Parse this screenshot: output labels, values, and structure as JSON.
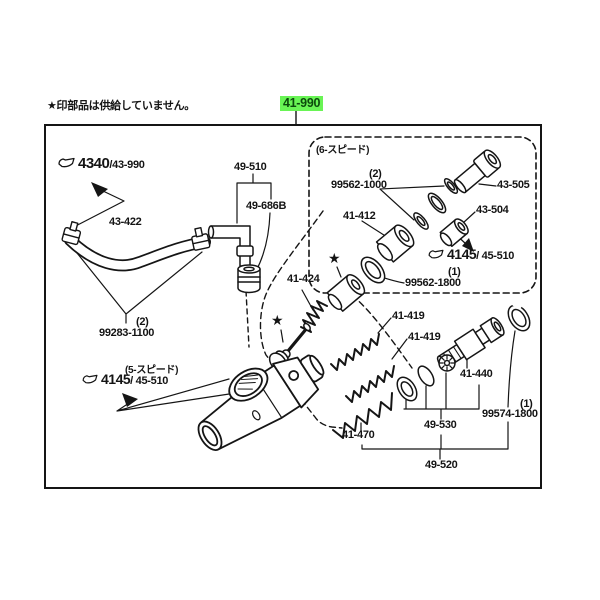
{
  "header": {
    "note": "★印部品は供給していません。",
    "selected_part": "41-990"
  },
  "colors": {
    "highlight": "#69f455",
    "line": "#151515",
    "background": "#ffffff"
  },
  "refs": {
    "r4340": {
      "code": "4340",
      "suffix": "/43-990"
    },
    "r4145_6speed": {
      "code": "4145",
      "suffix": "/ 45-510"
    },
    "r4145_5speed": {
      "code": "4145",
      "suffix": "/ 45-510"
    }
  },
  "groups": {
    "six_speed": "(6-スピード)",
    "five_speed": "(5-スピード)"
  },
  "parts": {
    "hose": "43-422",
    "clamp": "99283-1100",
    "clamp_qty": "(2)",
    "pipe": "49-510",
    "grommet": "49-686B",
    "washers": "99562-1000",
    "washers_qty": "(2)",
    "bushing": "41-412",
    "bolt": "43-505",
    "joint": "43-504",
    "seal": "99562-1800",
    "seal_qty": "(1)",
    "valve_spring": "41-424",
    "return_spring_a": "41-419",
    "return_spring_b": "41-419",
    "piston": "41-440",
    "snap_ring": "99574-1800",
    "snap_ring_qty": "(1)",
    "kit_inner": "49-530",
    "conical_spring": "41-470",
    "repair_kit": "49-520"
  },
  "symbols": {
    "star": "★"
  }
}
